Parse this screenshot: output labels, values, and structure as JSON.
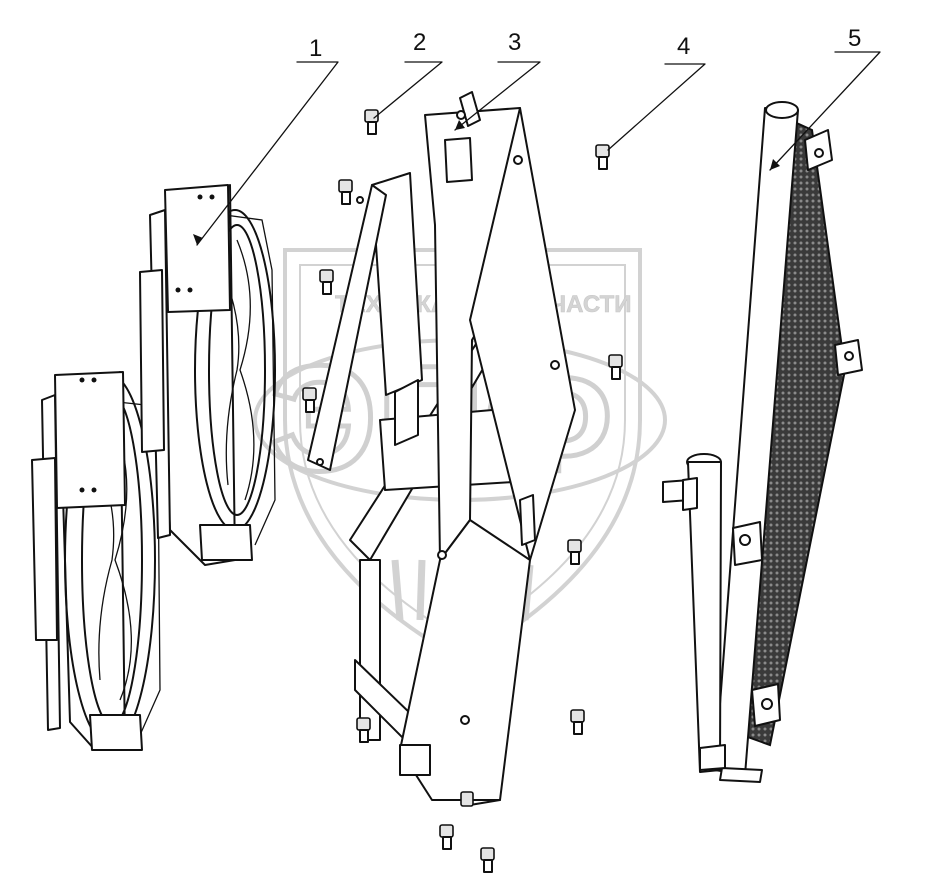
{
  "callouts": [
    {
      "label": "1",
      "part": "fan-assembly"
    },
    {
      "label": "2",
      "part": "bolt"
    },
    {
      "label": "3",
      "part": "mounting-bracket"
    },
    {
      "label": "4",
      "part": "bolt"
    },
    {
      "label": "5",
      "part": "radiator-condenser"
    }
  ],
  "watermark": {
    "left": "ТЕХНИКА",
    "right": "ЗАПЧАСТИ",
    "logo": "ЭПФ"
  }
}
